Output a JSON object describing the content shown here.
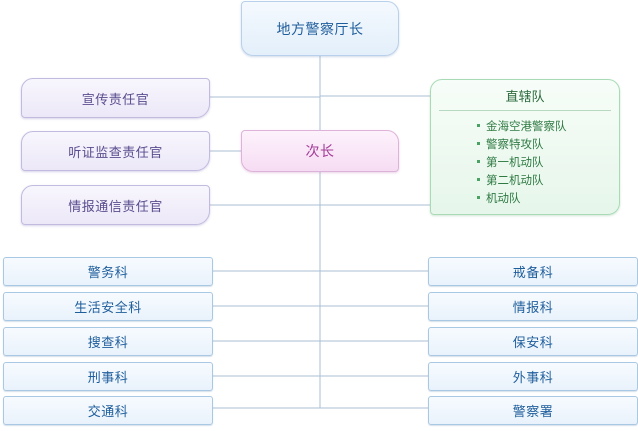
{
  "chart_title": "",
  "chief": {
    "label": "地方警察厅长"
  },
  "deputy": {
    "label": "次长"
  },
  "officers": [
    {
      "label": "宣传责任官"
    },
    {
      "label": "听证监查责任官"
    },
    {
      "label": "情报通信责任官"
    }
  ],
  "direct_units": {
    "title": "直辖队",
    "items": [
      "金海空港警察队",
      "警察特攻队",
      "第一机动队",
      "第二机动队",
      "机动队"
    ]
  },
  "sections_left": [
    "警务科",
    "生活安全科",
    "搜查科",
    "刑事科",
    "交通科"
  ],
  "sections_right": [
    "戒备科",
    "情报科",
    "保安科",
    "外事科",
    "警察署"
  ],
  "colors": {
    "line": "#a9bfd6",
    "chief_text": "#1f5e9c",
    "officer_text": "#5a4c8e",
    "deputy_text": "#a23c97",
    "unit_text": "#2e6a3f"
  }
}
